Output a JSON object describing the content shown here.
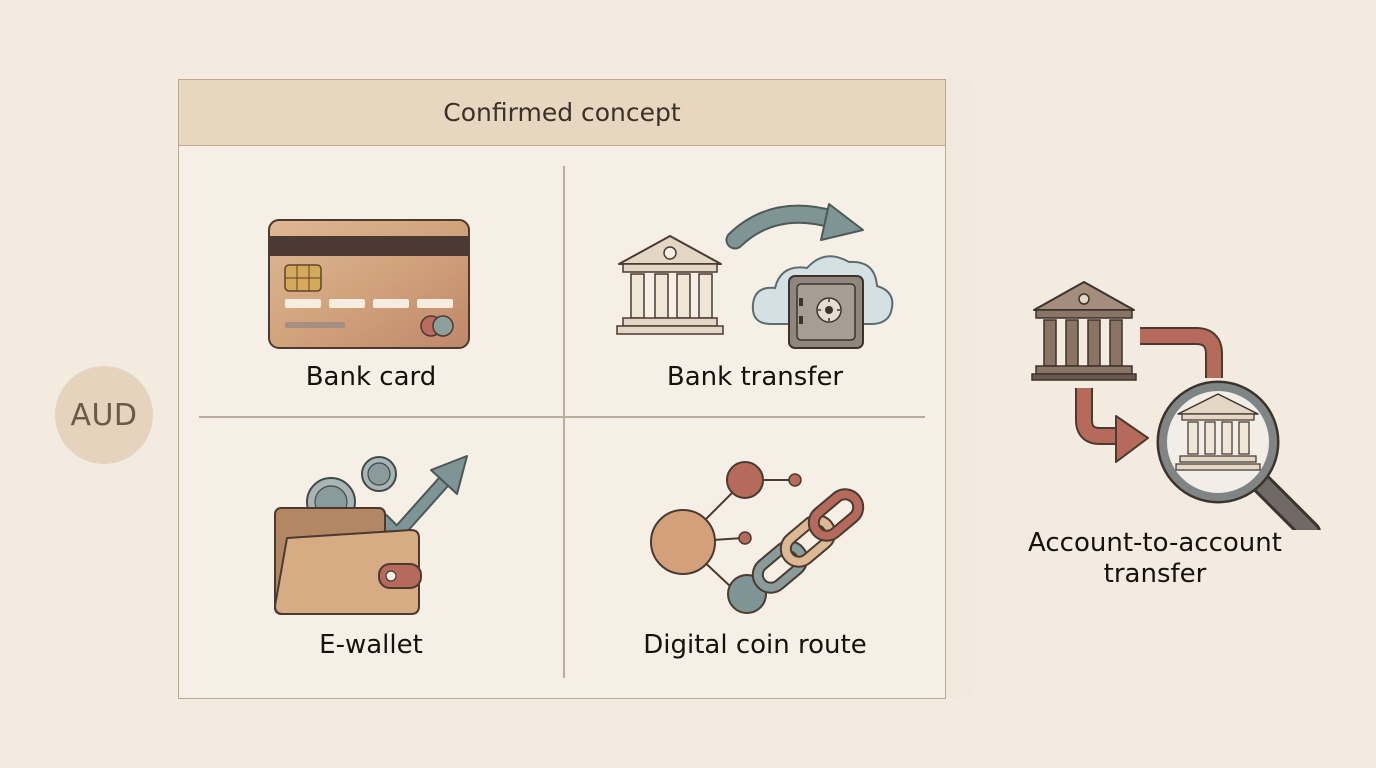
{
  "currency_badge": "AUD",
  "panel": {
    "title": "Confirmed concept",
    "methods": [
      {
        "label": "Bank card",
        "icon": "bank-card-icon"
      },
      {
        "label": "Bank transfer",
        "icon": "bank-transfer-icon"
      },
      {
        "label": "E-wallet",
        "icon": "e-wallet-icon"
      },
      {
        "label": "Digital coin route",
        "icon": "digital-coin-icon"
      }
    ]
  },
  "side_concept": {
    "label": "Account-to-account transfer",
    "icon": "account-to-account-icon"
  },
  "colors": {
    "background": "#f3ebdf",
    "panel": "#f6efe5",
    "header": "#e7d7c0",
    "tan": "#d2a783",
    "slate": "#7f9494",
    "rust": "#b56a5c",
    "stone": "#e3d6c4"
  }
}
